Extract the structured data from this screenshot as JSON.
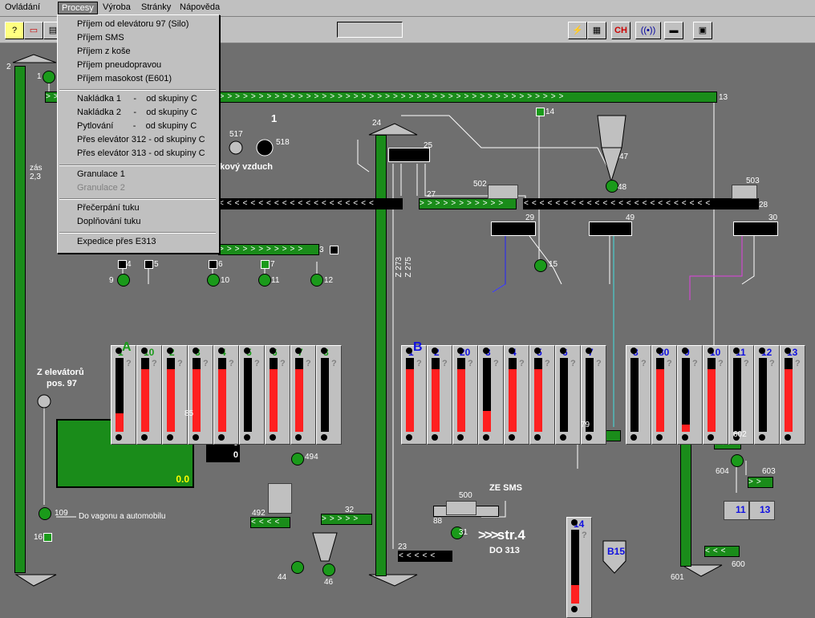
{
  "menu": {
    "items": [
      "Ovládání",
      "Procesy",
      "Výroba",
      "Stránky",
      "Nápověda"
    ],
    "open_item": "Procesy"
  },
  "dropdown": {
    "groups": [
      [
        "Příjem od elevátoru 97 (Silo)",
        "Příjem SMS",
        "Příjem z koše",
        "Příjem pneudopravou",
        "Příjem masokost (E601)"
      ],
      [
        "Nakládka 1     -    od skupiny C",
        "Nakládka 2     -    od skupiny C",
        "Pytlování        -    od skupiny C",
        "Přes elevátor 312 - od skupiny C",
        "Přes elevátor 313 - od skupiny C"
      ],
      [
        "Granulace 1",
        "Granulace 2"
      ],
      [
        "Přečerpání tuku",
        "Doplňování tuku"
      ],
      [
        "Expedice přes E313"
      ]
    ],
    "disabled": [
      "Granulace 2"
    ]
  },
  "toolbar": {
    "buttons": [
      "?",
      "▭",
      "▤",
      "⚡",
      "▦",
      "CH",
      "((•))",
      "▬",
      "▣"
    ]
  },
  "labels": {
    "zas": "zás",
    "zas_val": "2,3",
    "vzduch": "kový vzduch",
    "z_elevatoru": "Z elevátorů",
    "pos97": "pos. 97",
    "do_vagonu": "Do vagonu a automobilu",
    "ze_sms": "ZE SMS",
    "str4": "str.4",
    "do313": "DO 313",
    "b15": "B15",
    "z273": "Z 273",
    "z275": "Z 275",
    "group_a": "A",
    "group_b": "B",
    "one": "1"
  },
  "numbers": {
    "n1": "1",
    "n2": "2",
    "n4": "4",
    "n5": "5",
    "n6": "6",
    "n7": "7",
    "n3": "3",
    "n9": "9",
    "n10": "10",
    "n11": "11",
    "n12": "12",
    "n13": "13",
    "n14": "14",
    "n15": "15",
    "n16": "16",
    "n23": "23",
    "n24": "24",
    "n25": "25",
    "n27": "27",
    "n28": "28",
    "n29": "29",
    "n30": "30",
    "n31": "31",
    "n32": "32",
    "n44": "44",
    "n46": "46",
    "n47": "47",
    "n48": "48",
    "n49": "49",
    "n79": "79",
    "n85": "85",
    "n88": "88",
    "n109": "109",
    "n492": "492",
    "n494": "494",
    "n500": "500",
    "n502": "502",
    "n503": "503",
    "n517": "517",
    "n518": "518",
    "n600": "600",
    "n601": "601",
    "n602": "602",
    "n603": "603",
    "n604": "604"
  },
  "scale": {
    "value": "0.0"
  },
  "counter": {
    "lines": [
      "0",
      "0",
      "0"
    ]
  },
  "silos_a": [
    {
      "num": "1",
      "fill": 0.3,
      "color": "#1a9a1a"
    },
    {
      "num": "10",
      "fill": 1.0,
      "color": "#1a9a1a"
    },
    {
      "num": "2",
      "fill": 1.0,
      "color": "#1a9a1a"
    },
    {
      "num": "3",
      "fill": 1.0,
      "color": "#1a9a1a"
    },
    {
      "num": "4",
      "fill": 1.0,
      "color": "#1a9a1a"
    },
    {
      "num": "5",
      "fill": 0.0,
      "color": "#1a9a1a"
    },
    {
      "num": "6",
      "fill": 1.0,
      "color": "#1a9a1a"
    },
    {
      "num": "7",
      "fill": 1.0,
      "color": "#1a9a1a"
    },
    {
      "num": "8",
      "fill": 0.0,
      "color": "#1a9a1a"
    }
  ],
  "silos_b": [
    {
      "num": "1",
      "fill": 1.0,
      "color": "#1010e0"
    },
    {
      "num": "2",
      "fill": 1.0,
      "color": "#1010e0"
    },
    {
      "num": "20",
      "fill": 1.0,
      "color": "#1010e0"
    },
    {
      "num": "3",
      "fill": 0.33,
      "color": "#1010e0"
    },
    {
      "num": "4",
      "fill": 1.0,
      "color": "#1010e0"
    },
    {
      "num": "5",
      "fill": 1.0,
      "color": "#1010e0"
    },
    {
      "num": "6",
      "fill": 0.0,
      "color": "#1010e0"
    },
    {
      "num": "7",
      "fill": 0.0,
      "color": "#1010e0"
    }
  ],
  "silos_c": [
    {
      "num": "8",
      "fill": 0.0,
      "color": "#1010e0"
    },
    {
      "num": "80",
      "fill": 1.0,
      "color": "#1010e0"
    },
    {
      "num": "9",
      "fill": 0.12,
      "color": "#1010e0"
    },
    {
      "num": "10",
      "fill": 1.0,
      "color": "#1010e0"
    },
    {
      "num": "11",
      "fill": 0.0,
      "color": "#1010e0"
    },
    {
      "num": "12",
      "fill": 0.0,
      "color": "#1010e0"
    },
    {
      "num": "13",
      "fill": 1.0,
      "color": "#1010e0"
    }
  ],
  "silo_14": {
    "num": "14",
    "fill": 0.3,
    "color": "#1010e0"
  },
  "bins_small": [
    "11",
    "13"
  ],
  "colors": {
    "background": "#6f6f6f",
    "green": "#1a9a1a",
    "red": "#ff2020",
    "blue": "#1010e0",
    "magenta": "#e040e0",
    "cyan": "#40e0e0"
  }
}
